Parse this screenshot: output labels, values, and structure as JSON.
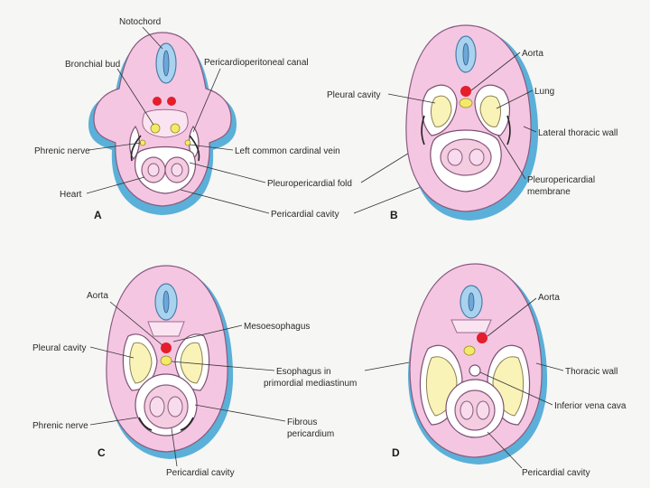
{
  "panels": [
    {
      "letter": "A",
      "labels": [
        "Notochord",
        "Bronchial bud",
        "Pericardioperitoneal canal",
        "Phrenic nerve",
        "Left common cardinal vein",
        "Heart",
        "Pleuropericardial fold",
        "Pericardial cavity"
      ]
    },
    {
      "letter": "B",
      "labels": [
        "Aorta",
        "Lung",
        "Pleural cavity",
        "Lateral thoracic wall",
        "Pleuropericardial",
        "membrane"
      ]
    },
    {
      "letter": "C",
      "labels": [
        "Aorta",
        "Mesoesophagus",
        "Pleural cavity",
        "Esophagus in",
        "primordial mediastinum",
        "Phrenic nerve",
        "Fibrous",
        "pericardium",
        "Pericardial cavity"
      ]
    },
    {
      "letter": "D",
      "labels": [
        "Aorta",
        "Thoracic wall",
        "Inferior vena cava",
        "Pericardial cavity"
      ]
    }
  ]
}
